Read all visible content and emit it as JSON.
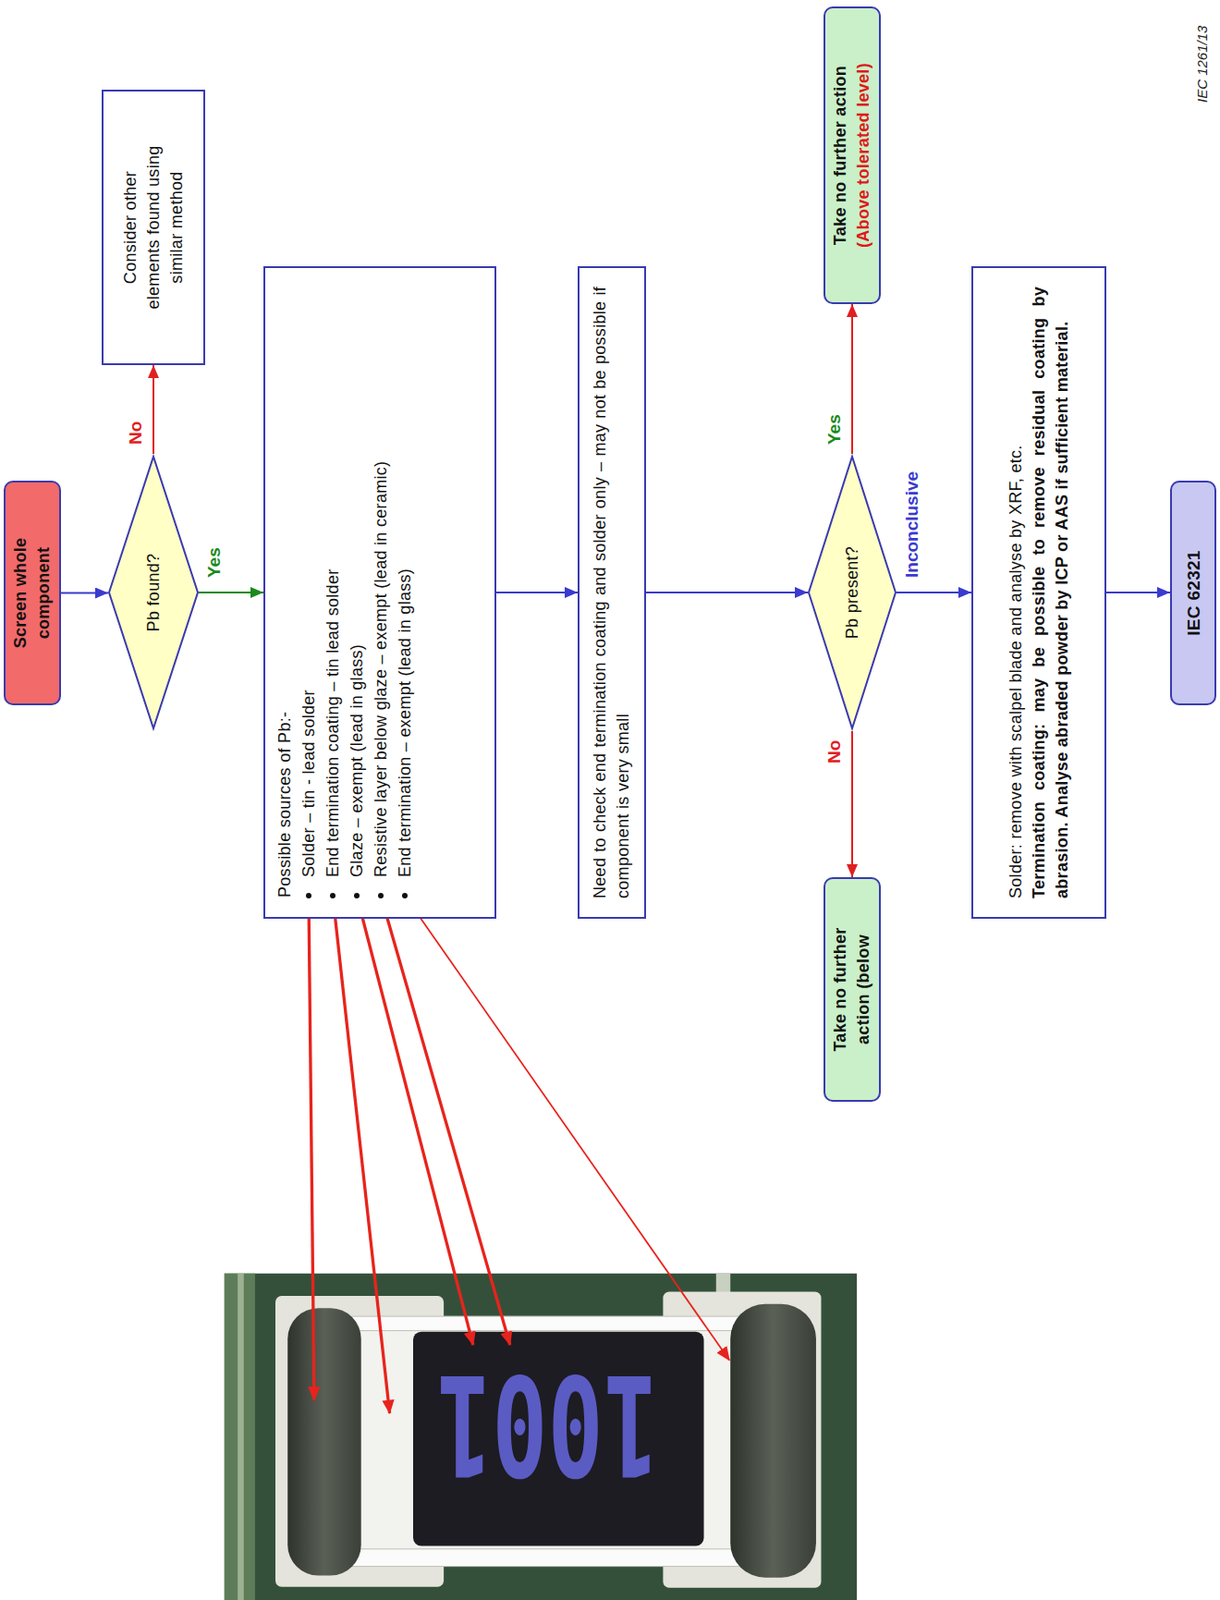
{
  "diagram": {
    "nodes": [
      {
        "text": [
          "Screen whole component"
        ]
      },
      {
        "text": [
          "Pb found?"
        ]
      },
      {
        "text": [
          "Consider other elements found using similar method"
        ]
      },
      {
        "text": [
          "Possible sources of Pb:-",
          "Solder – tin - lead solder",
          "End termination coating – tin lead solder",
          "Glaze – exempt (lead in glass)",
          "Resistive layer below glaze – exempt (lead in ceramic)",
          "End termination – exempt (lead in glass)"
        ]
      },
      {
        "text": [
          "Need to check end termination coating and solder only – may not be possible if component is very small"
        ]
      },
      {
        "text": [
          "Pb present?"
        ]
      },
      {
        "text": [
          "Take no further action (below"
        ]
      },
      {
        "text": [
          "Take no further action",
          "(Above tolerated level)"
        ]
      },
      {
        "text": [
          "Solder: remove with scalpel blade and analyse by XRF, etc.",
          "Termination coating: may be possible to remove residual coating by abrasion. Analyse abraded powder by ICP or AAS if sufficient material."
        ]
      },
      {
        "text": [
          "IEC 62321"
        ]
      }
    ],
    "edges": [
      {
        "from": 0,
        "to": 1,
        "arrow": "to"
      },
      {
        "from": 1,
        "to": 2,
        "label": "No",
        "arrow": "to"
      },
      {
        "from": 1,
        "to": 3,
        "label": "Yes",
        "arrow": "to"
      },
      {
        "from": 3,
        "to": 4,
        "arrow": "to"
      },
      {
        "from": 4,
        "to": 5,
        "arrow": "to"
      },
      {
        "from": 5,
        "to": 6,
        "label": "No",
        "arrow": "to"
      },
      {
        "from": 5,
        "to": 7,
        "label": "Yes",
        "arrow": "to"
      },
      {
        "from": 5,
        "to": 8,
        "label": "Inconclusive",
        "arrow": "to"
      },
      {
        "from": 8,
        "to": 9,
        "arrow": "to"
      }
    ],
    "labels": [
      "1001",
      "IEC 1261/13"
    ]
  }
}
